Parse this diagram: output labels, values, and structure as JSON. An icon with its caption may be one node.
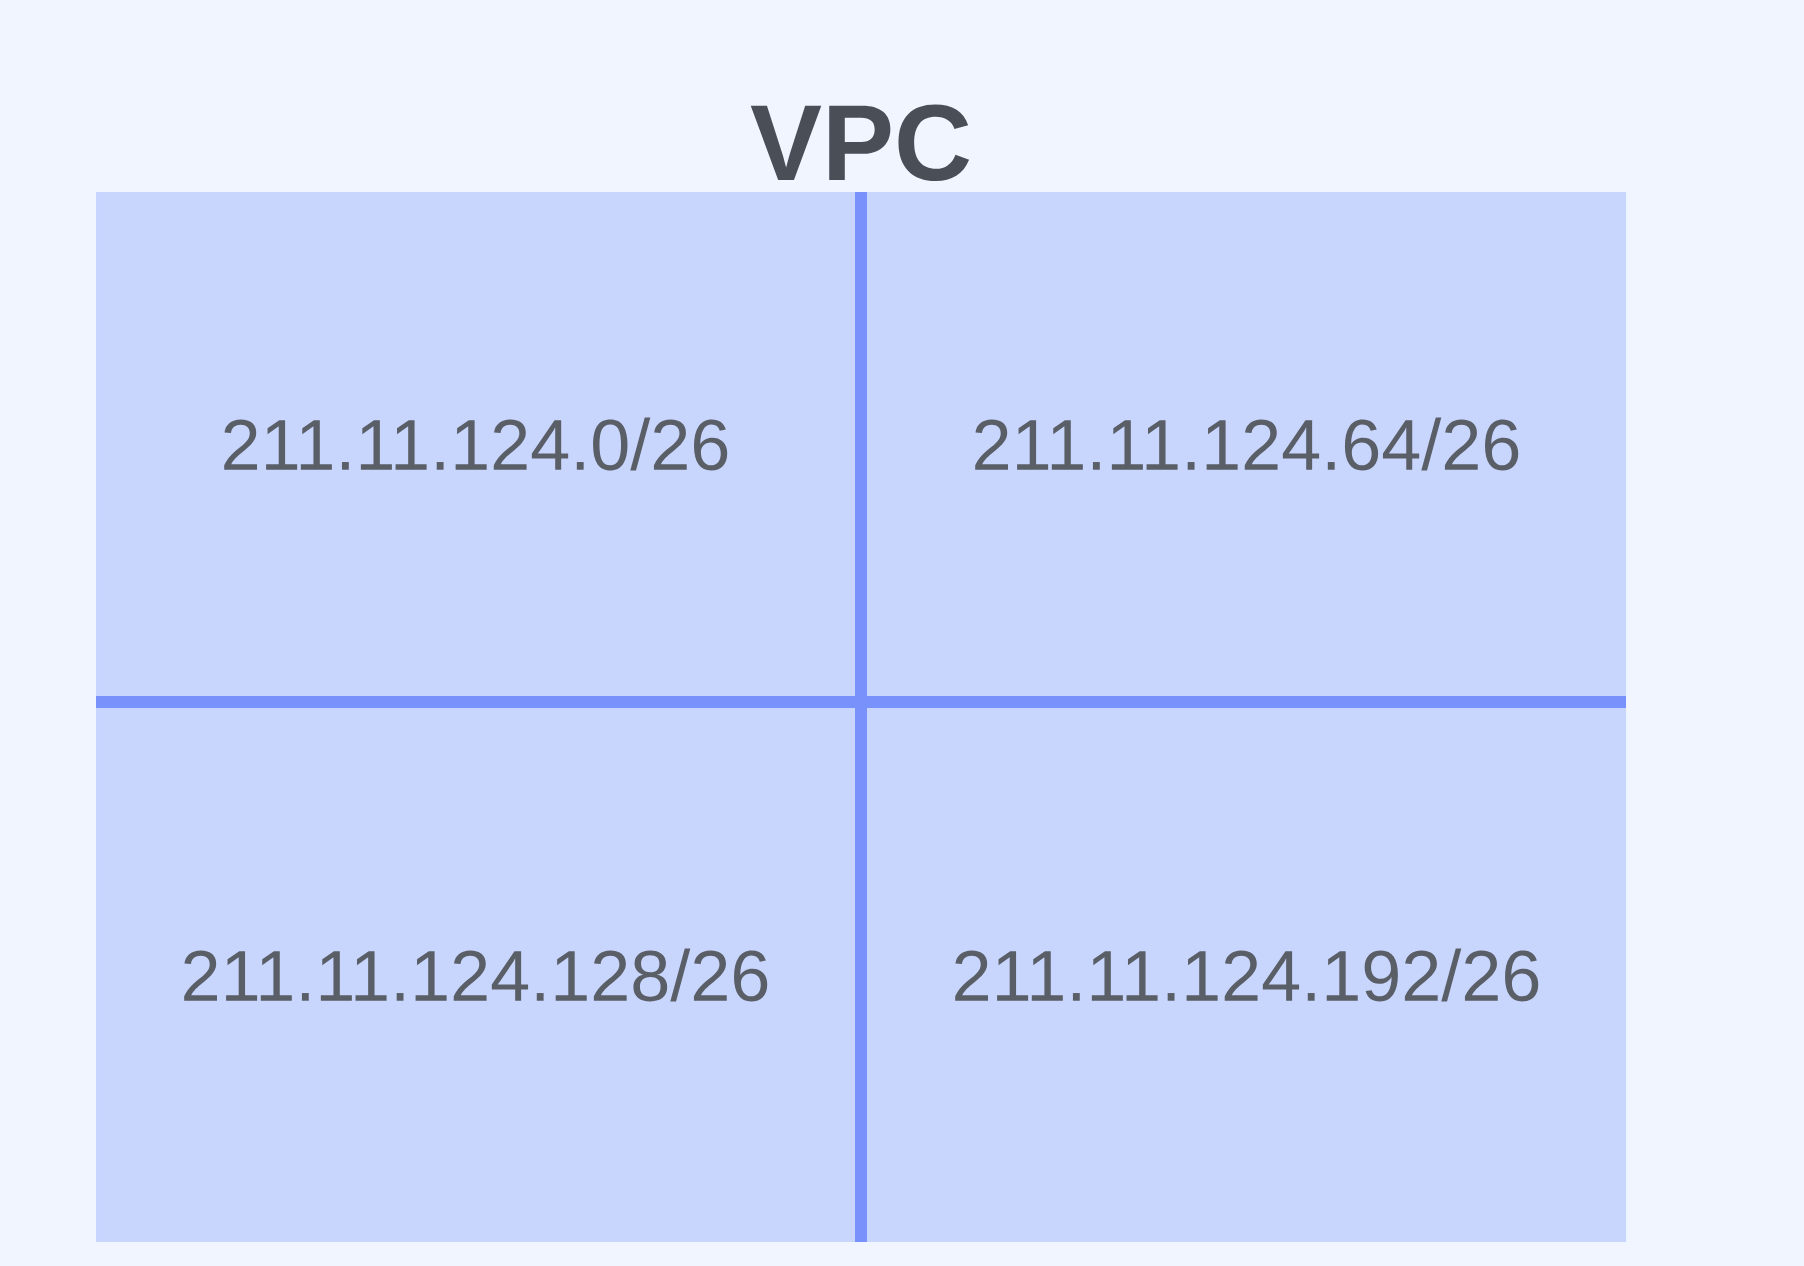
{
  "diagram": {
    "nodes": [
      {
        "text": [
          "VPC"
        ]
      },
      {
        "text": [
          "211.11.124.0/26"
        ],
        "in": 0
      },
      {
        "text": [
          "211.11.124.64/26"
        ],
        "in": 0
      },
      {
        "text": [
          "211.11.124.128/26"
        ],
        "in": 0
      },
      {
        "text": [
          "211.11.124.192/26"
        ],
        "in": 0
      }
    ]
  }
}
